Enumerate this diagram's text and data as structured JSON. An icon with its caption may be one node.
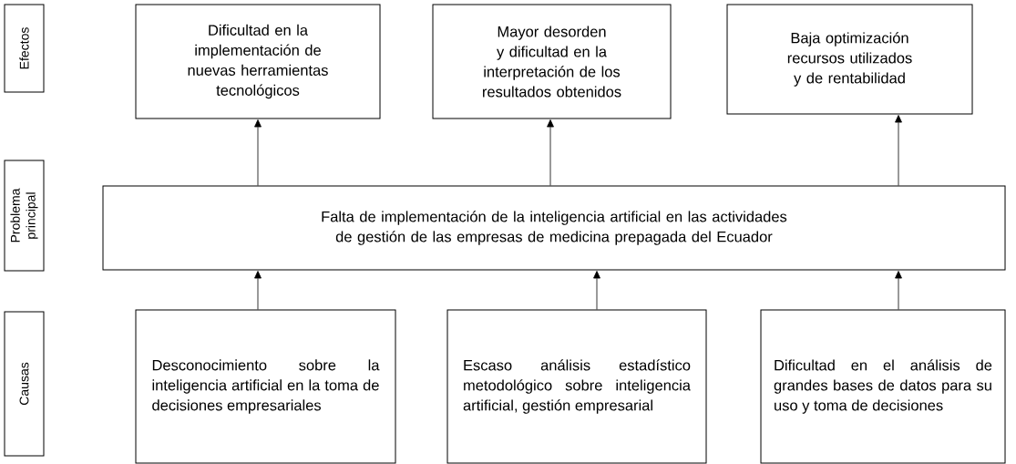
{
  "diagram": {
    "nodes": [
      {
        "text": [
          "Efectos"
        ]
      },
      {
        "text": [
          "Dificultad en la implementación de nuevas herramientas tecnológicos"
        ]
      },
      {
        "text": [
          "Mayor desorden y dificultad en la interpretación de los resultados obtenidos"
        ]
      },
      {
        "text": [
          "Baja optimización recursos utilizados y de rentabilidad"
        ]
      },
      {
        "text": [
          "Problema principal"
        ]
      },
      {
        "text": [
          "Falta de implementación de la inteligencia artificial en las actividades de gestión de las empresas de medicina prepagada del Ecuador"
        ]
      },
      {
        "text": [
          "Causas"
        ]
      },
      {
        "text": [
          "Desconocimiento sobre la inteligencia artificial en la toma de decisiones empresariales"
        ]
      },
      {
        "text": [
          "Escaso análisis estadístico metodológico sobre inteligencia artificial, gestión empresarial"
        ]
      },
      {
        "text": [
          "Dificultad en el análisis de grandes bases de datos para su uso y toma de decisiones"
        ]
      }
    ],
    "edges": [
      {
        "from": 5,
        "to": 1,
        "arrow": "to"
      },
      {
        "from": 5,
        "to": 2,
        "arrow": "to"
      },
      {
        "from": 5,
        "to": 3,
        "arrow": "to"
      },
      {
        "from": 7,
        "to": 5,
        "arrow": "to"
      },
      {
        "from": 8,
        "to": 5,
        "arrow": "to"
      },
      {
        "from": 9,
        "to": 5,
        "arrow": "to"
      }
    ]
  }
}
